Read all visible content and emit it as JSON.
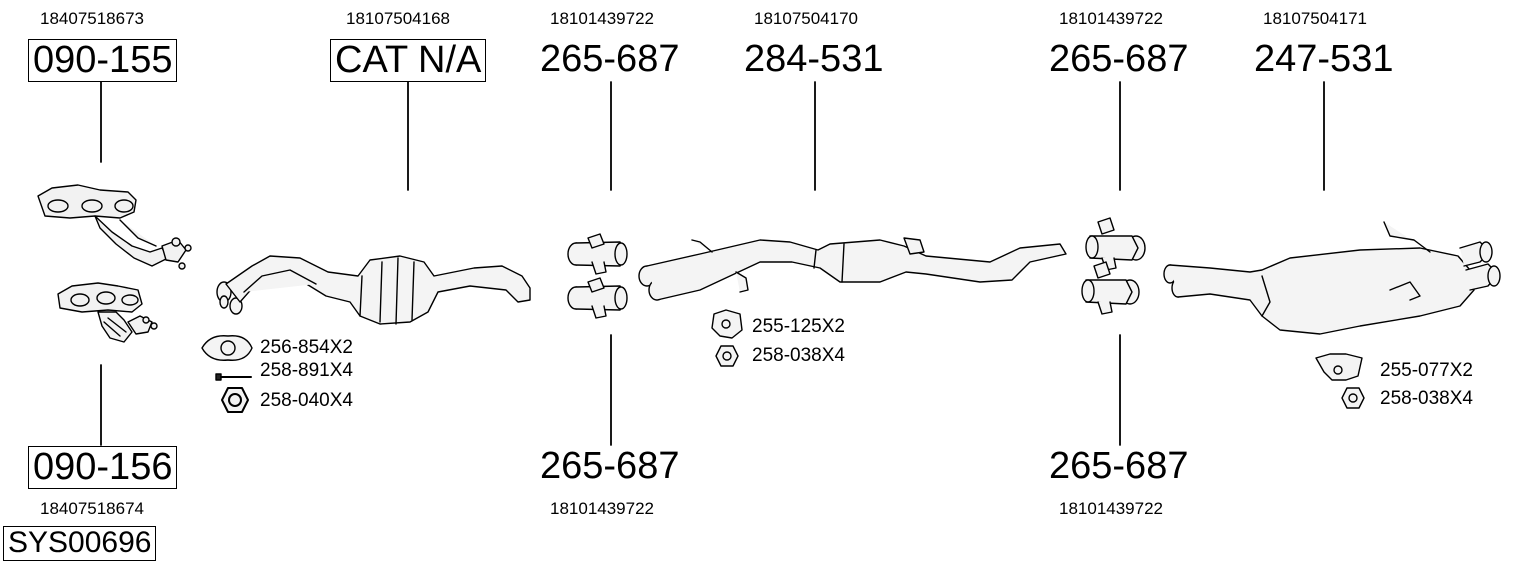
{
  "diagram": {
    "system_code": "SYS00696",
    "parts": [
      {
        "id": "manifold-upper",
        "code": "090-155",
        "oem": "18407518673",
        "boxed": true
      },
      {
        "id": "manifold-lower",
        "code": "090-156",
        "oem": "18407518674",
        "boxed": true
      },
      {
        "id": "catalytic-converter",
        "code": "CAT N/A",
        "oem": "18107504168",
        "boxed": true
      },
      {
        "id": "clamp-1-upper",
        "code": "265-687",
        "oem": "18101439722",
        "boxed": false
      },
      {
        "id": "clamp-1-lower",
        "code": "265-687",
        "oem": "18101439722",
        "boxed": false
      },
      {
        "id": "center-pipe",
        "code": "284-531",
        "oem": "18107504170",
        "boxed": false
      },
      {
        "id": "clamp-2-upper",
        "code": "265-687",
        "oem": "18101439722",
        "boxed": false
      },
      {
        "id": "clamp-2-lower",
        "code": "265-687",
        "oem": "18101439722",
        "boxed": false
      },
      {
        "id": "rear-muffler",
        "code": "247-531",
        "oem": "18107504171",
        "boxed": false
      }
    ],
    "hardware": [
      {
        "id": "gasket",
        "label": "256-854X2",
        "icon": "gasket-icon"
      },
      {
        "id": "bolt",
        "label": "258-891X4",
        "icon": "bolt-icon"
      },
      {
        "id": "nut-large",
        "label": "258-040X4",
        "icon": "hex-nut-icon"
      },
      {
        "id": "hanger-center",
        "label": "255-125X2",
        "icon": "rubber-hanger-icon"
      },
      {
        "id": "nut-center",
        "label": "258-038X4",
        "icon": "flange-nut-icon"
      },
      {
        "id": "hanger-rear",
        "label": "255-077X2",
        "icon": "rubber-hanger-icon"
      },
      {
        "id": "nut-rear",
        "label": "258-038X4",
        "icon": "flange-nut-icon"
      }
    ]
  }
}
